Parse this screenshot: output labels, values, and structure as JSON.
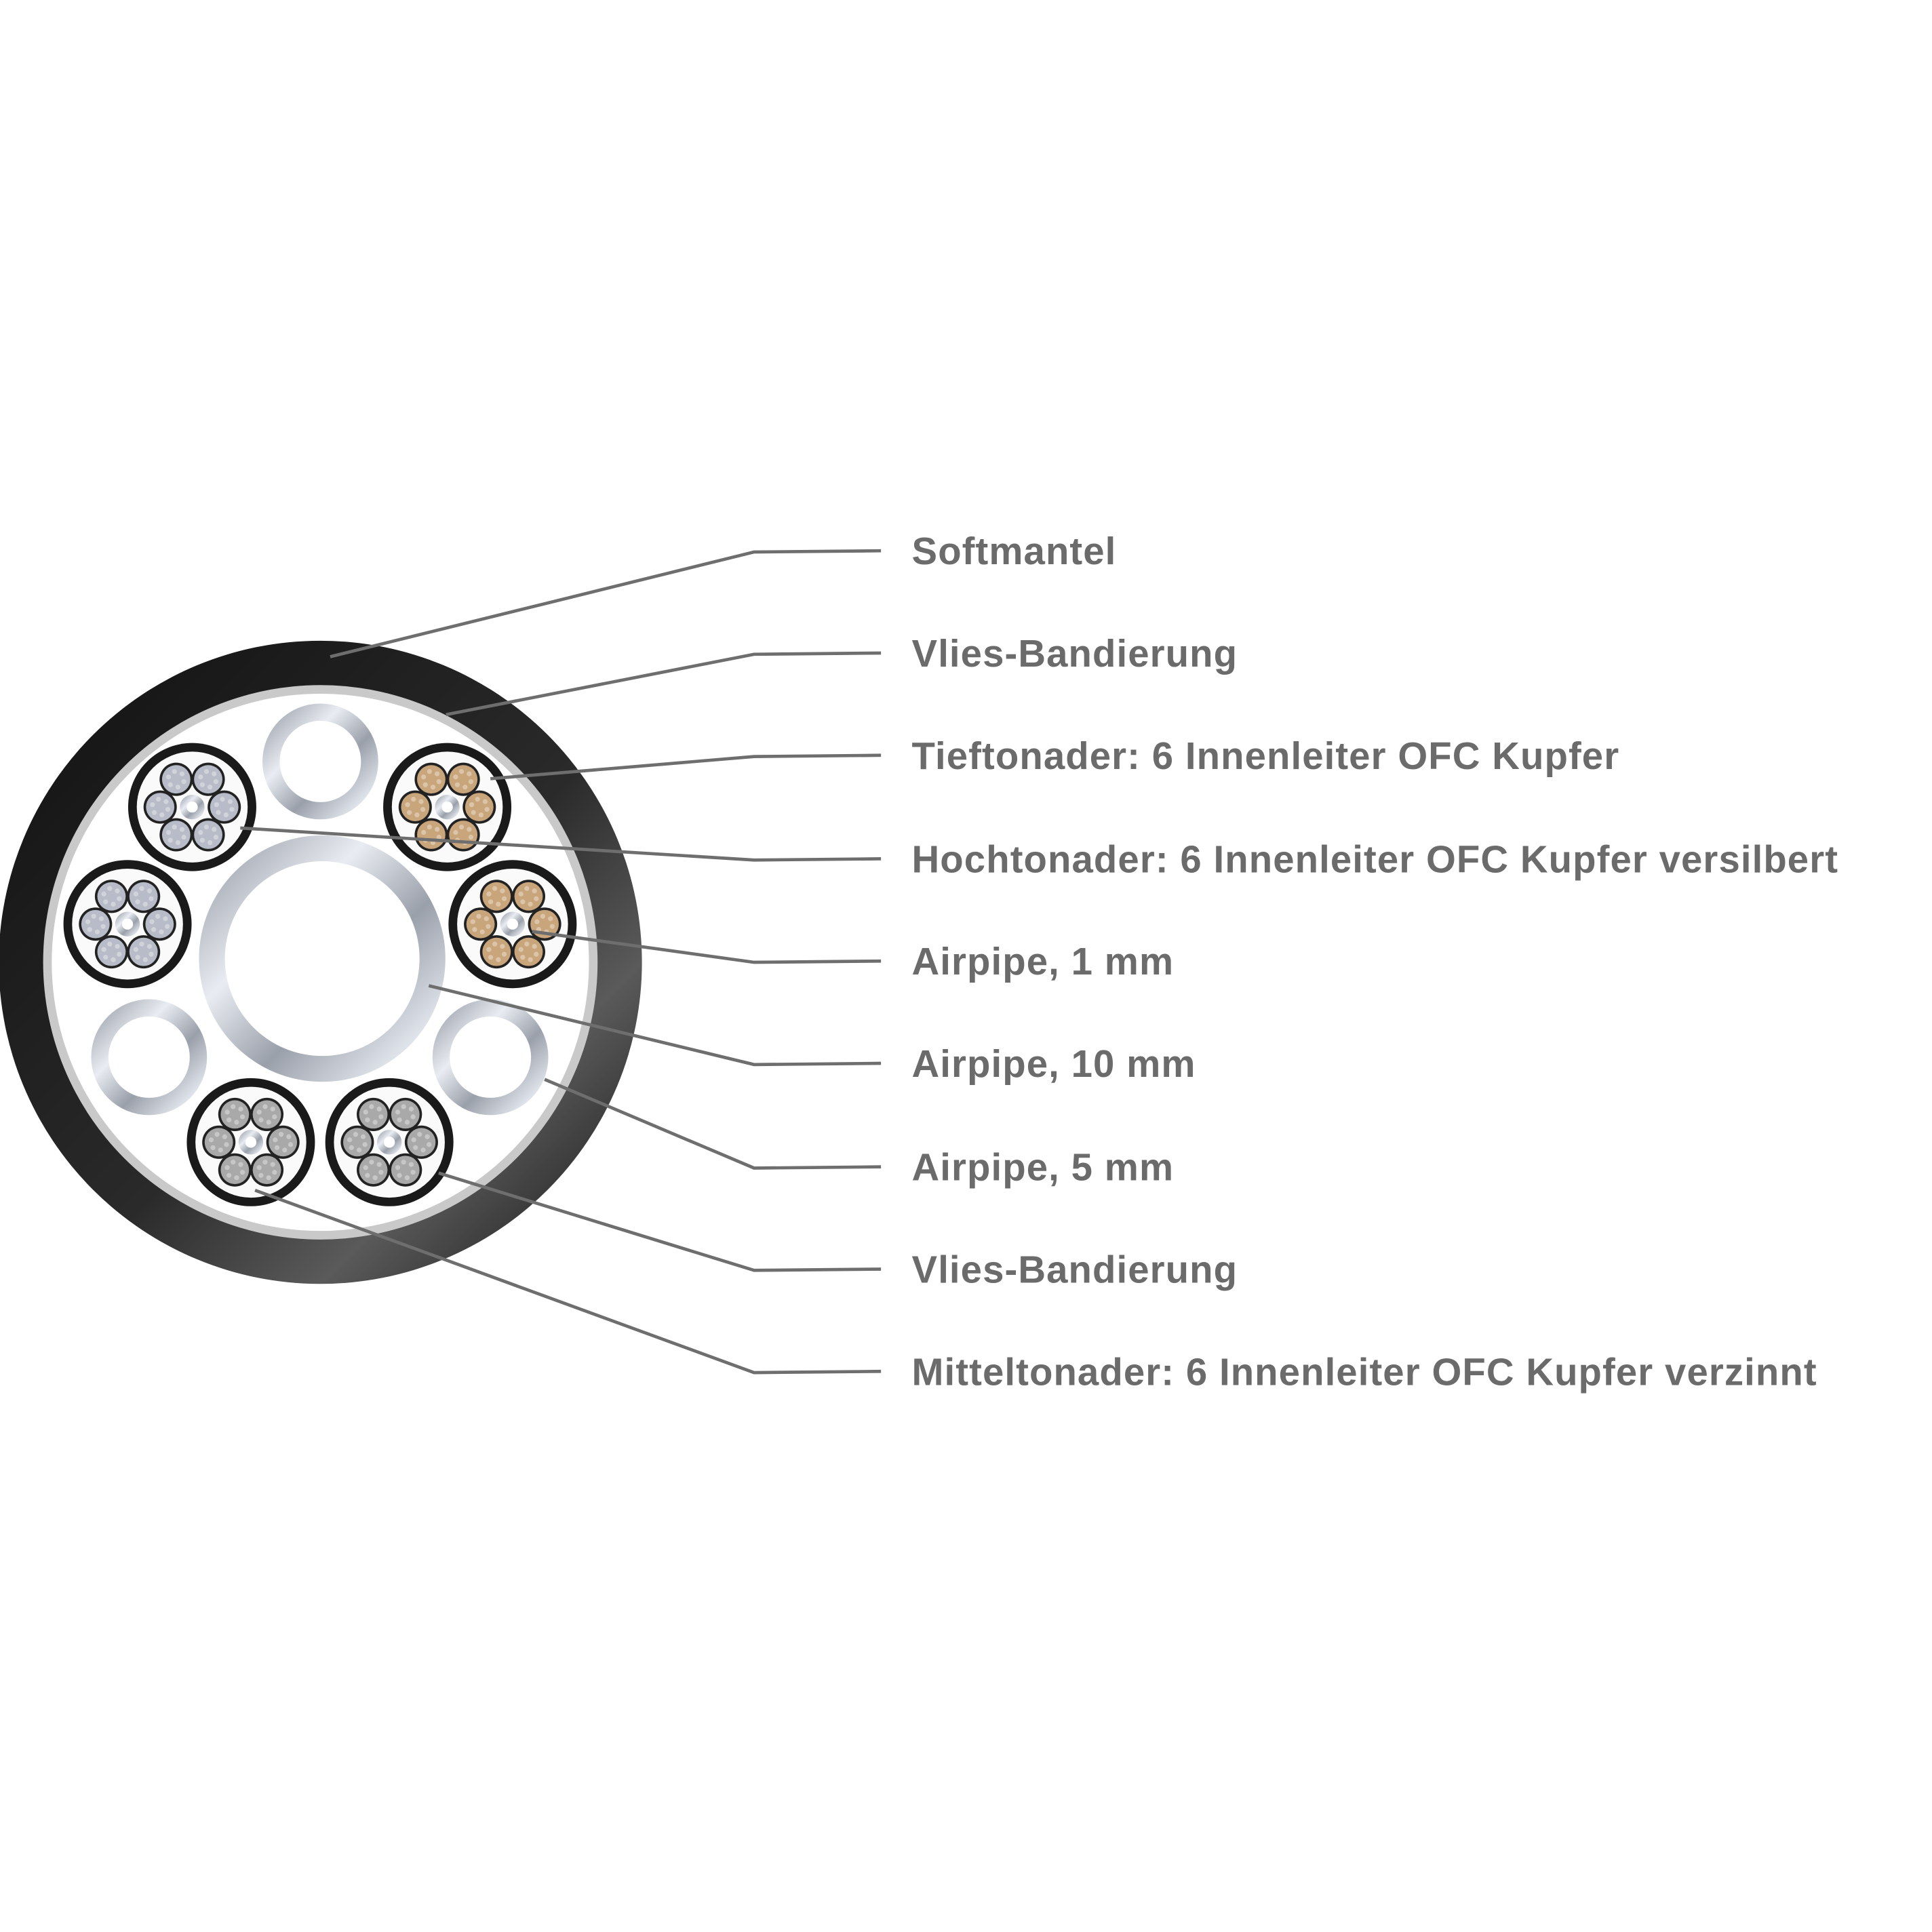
{
  "labels": [
    "Softmantel",
    "Vlies-Bandierung",
    "Tieftonader: 6 Innenleiter OFC Kupfer",
    "Hochtonader: 6 Innenleiter OFC Kupfer versilbert",
    "Airpipe, 1 mm",
    "Airpipe, 10 mm",
    "Airpipe, 5 mm",
    "Vlies-Bandierung",
    "Mitteltonader: 6 Innenleiter OFC Kupfer verzinnt"
  ],
  "colors": {
    "jacket": "#1e1e1e",
    "copper": "#c9a57c",
    "silver": "#b8bcc8",
    "tinned": "#a9a9a9",
    "text": "#6b6b6b"
  }
}
